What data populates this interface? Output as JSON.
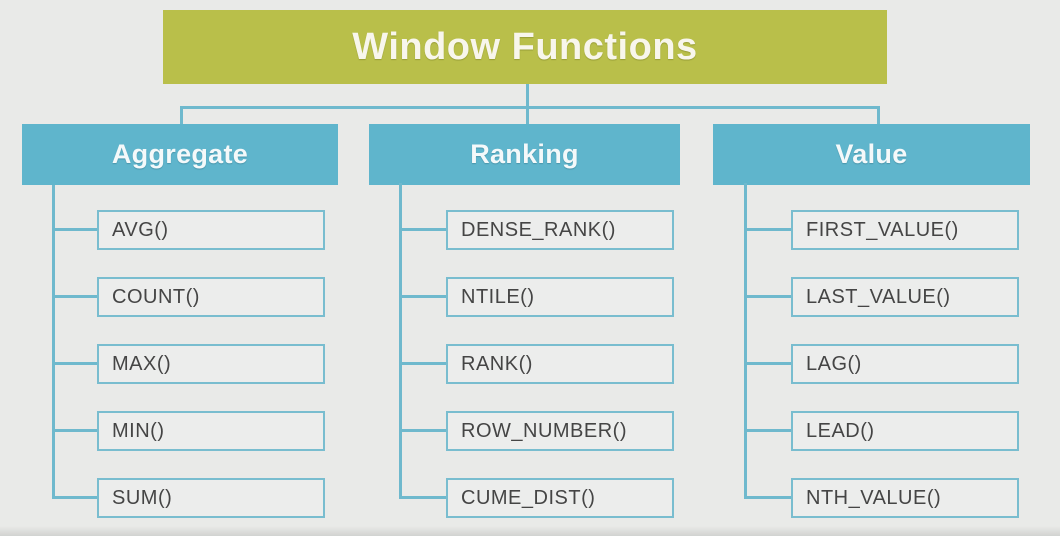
{
  "diagram": {
    "title": "Window Functions",
    "categories": [
      {
        "label": "Aggregate",
        "functions": [
          "AVG()",
          "COUNT()",
          "MAX()",
          "MIN()",
          "SUM()"
        ]
      },
      {
        "label": "Ranking",
        "functions": [
          "DENSE_RANK()",
          "NTILE()",
          "RANK()",
          "ROW_NUMBER()",
          "CUME_DIST()"
        ]
      },
      {
        "label": "Value",
        "functions": [
          "FIRST_VALUE()",
          "LAST_VALUE()",
          "LAG()",
          "LEAD()",
          "NTH_VALUE()"
        ]
      }
    ]
  },
  "colors": {
    "background": "#e9eae8",
    "title_box": "#b9bf4a",
    "title_text": "#f8f6ec",
    "category_box": "#5fb5cc",
    "category_text": "#f4f9fa",
    "connector_line": "#6fb9cd",
    "function_box_border": "#79bdcf",
    "function_box_fill": "#ecedec",
    "function_text": "#454545"
  }
}
